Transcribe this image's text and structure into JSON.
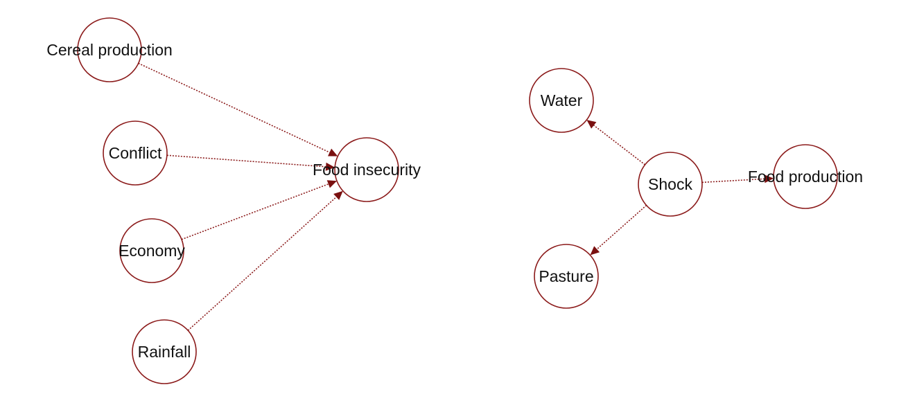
{
  "diagram": {
    "colors": {
      "node_stroke": "#8b1a1a",
      "edge": "#8b1a1a",
      "arrowhead": "#7a1010",
      "label": "#111111",
      "background": "#ffffff"
    },
    "graphs": [
      {
        "nodes": [
          {
            "id": "cereal",
            "label": "Cereal production"
          },
          {
            "id": "conflict",
            "label": "Conflict"
          },
          {
            "id": "economy",
            "label": "Economy"
          },
          {
            "id": "rainfall",
            "label": "Rainfall"
          },
          {
            "id": "food_insecurity",
            "label": "Food insecurity"
          }
        ],
        "edges": [
          {
            "from": "cereal",
            "to": "food_insecurity"
          },
          {
            "from": "conflict",
            "to": "food_insecurity"
          },
          {
            "from": "economy",
            "to": "food_insecurity"
          },
          {
            "from": "rainfall",
            "to": "food_insecurity"
          }
        ]
      },
      {
        "nodes": [
          {
            "id": "water",
            "label": "Water"
          },
          {
            "id": "shock",
            "label": "Shock"
          },
          {
            "id": "food_production",
            "label": "Food production"
          },
          {
            "id": "pasture",
            "label": "Pasture"
          }
        ],
        "edges": [
          {
            "from": "shock",
            "to": "water"
          },
          {
            "from": "shock",
            "to": "food_production"
          },
          {
            "from": "shock",
            "to": "pasture"
          }
        ]
      }
    ]
  }
}
